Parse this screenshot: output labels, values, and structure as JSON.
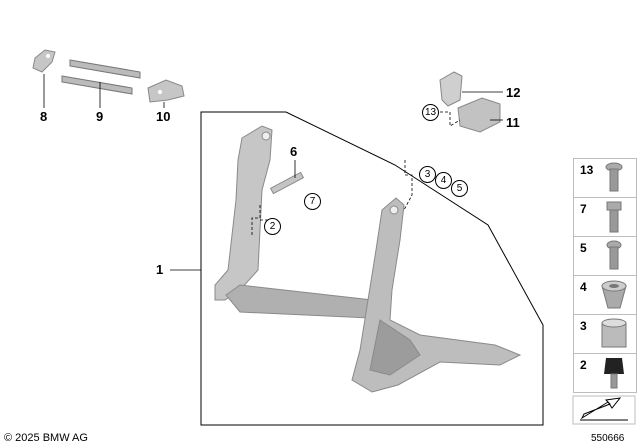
{
  "callouts": {
    "c1": "1",
    "c6": "6",
    "c8": "8",
    "c9": "9",
    "c10": "10",
    "c11": "11",
    "c12": "12"
  },
  "circled": {
    "c2": "2",
    "c7": "7",
    "c3": "3",
    "c4": "4",
    "c5": "5",
    "c13": "13"
  },
  "side_panel": [
    {
      "label": "13",
      "icon": "countersunk-screw-icon"
    },
    {
      "label": "7",
      "icon": "hex-bolt-icon"
    },
    {
      "label": "5",
      "icon": "round-head-bolt-icon"
    },
    {
      "label": "4",
      "icon": "conical-bushing-icon"
    },
    {
      "label": "3",
      "icon": "sleeve-bushing-icon"
    },
    {
      "label": "2",
      "icon": "rubber-buffer-icon"
    }
  ],
  "footer": {
    "copyright": "© 2025 BMW AG",
    "image_number": "550666"
  }
}
